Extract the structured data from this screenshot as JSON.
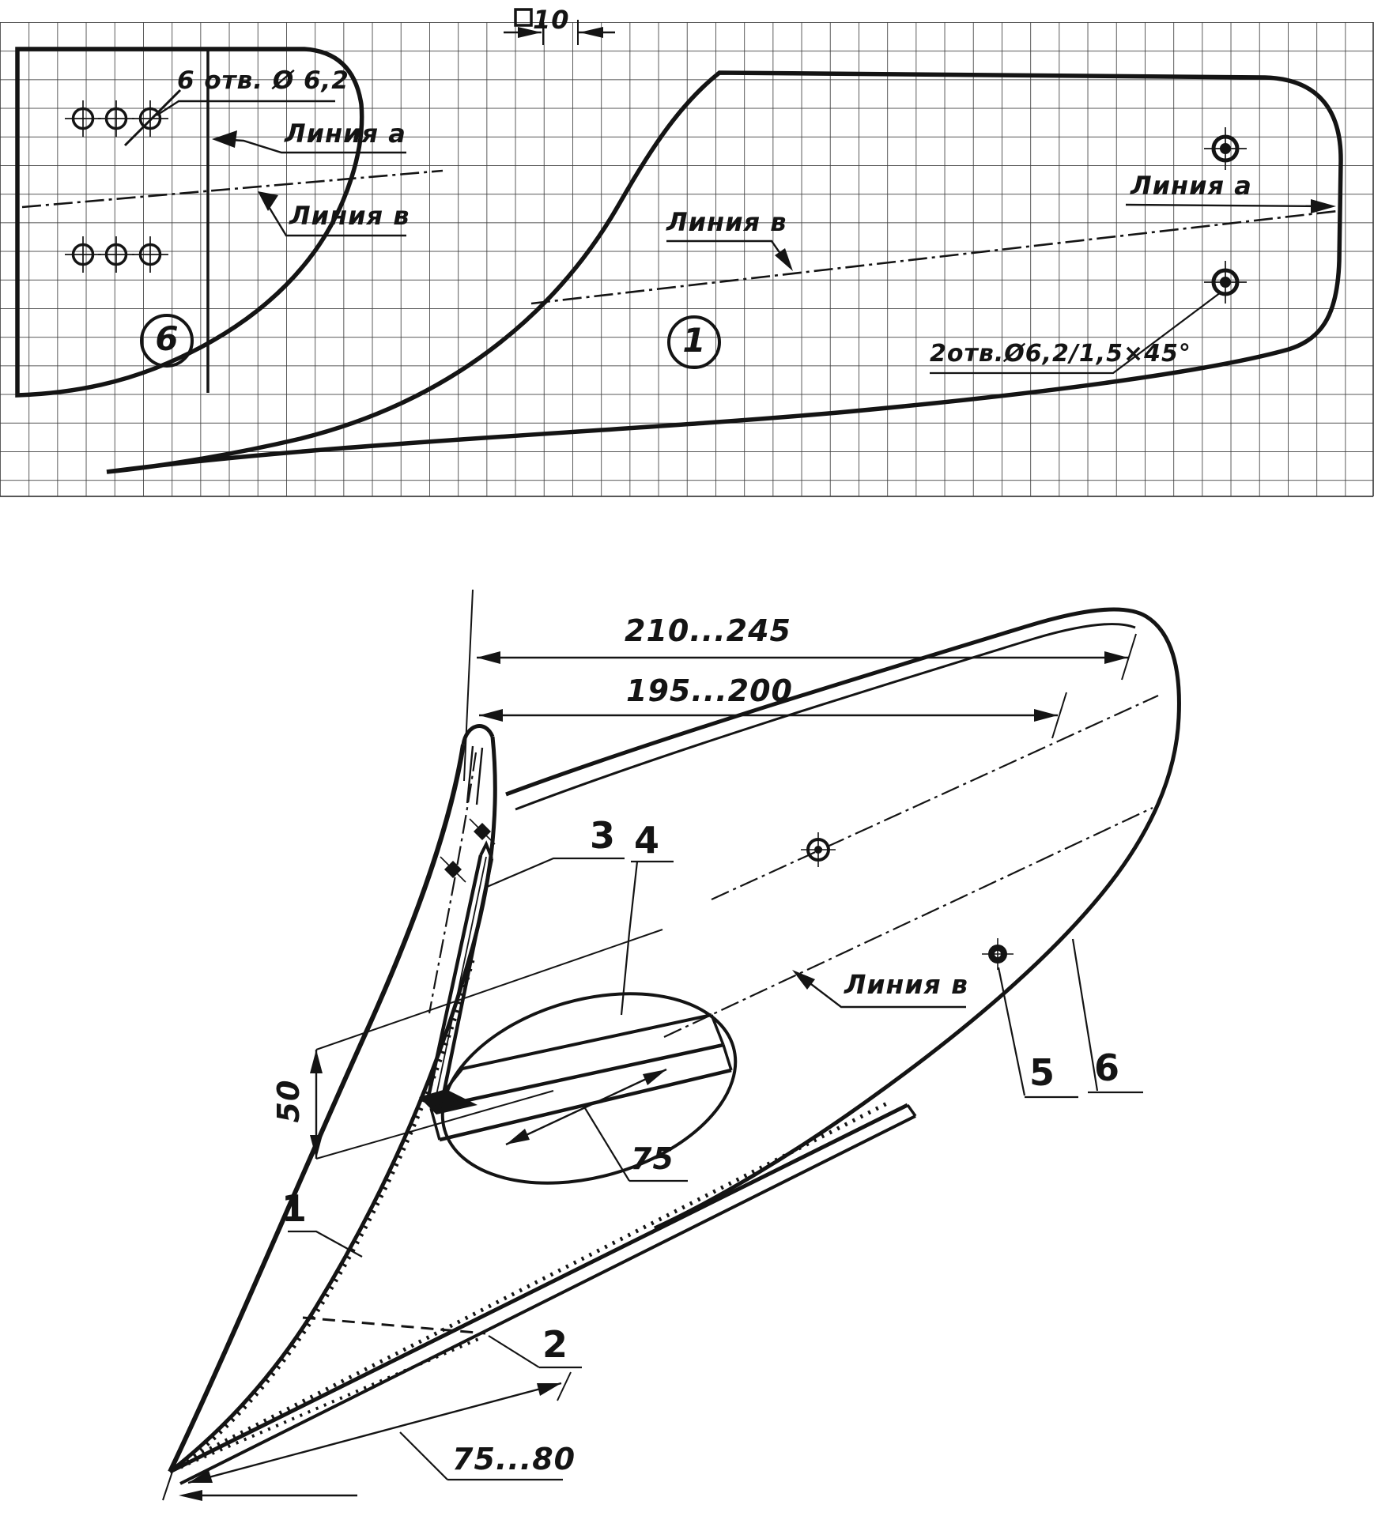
{
  "drawing": {
    "title_hint": "plow moldboard templates and assembly",
    "scale_marker": {
      "value": "10"
    },
    "templates": {
      "part6": {
        "number": "6",
        "holes_note": "6 отв. Ø 6,2",
        "line_a": "Линия а",
        "line_b": "Линия в"
      },
      "part1": {
        "number": "1",
        "line_b": "Линия в",
        "line_a": "Линия а",
        "holes_note": "2отв.Ø6,2/1,5×45°"
      }
    },
    "assembly": {
      "dim_overall": "210...245",
      "dim_plate": "195...200",
      "dim_height": "50",
      "dim_sole": "75",
      "dim_share": "75...80",
      "line_b": "Линия в",
      "labels": {
        "n1": "1",
        "n2": "2",
        "n3": "3",
        "n4": "4",
        "n5": "5",
        "n6": "6"
      }
    },
    "colors": {
      "ink": "#141414",
      "grid": "#3f3f3f",
      "paper": "#ffffff"
    }
  }
}
